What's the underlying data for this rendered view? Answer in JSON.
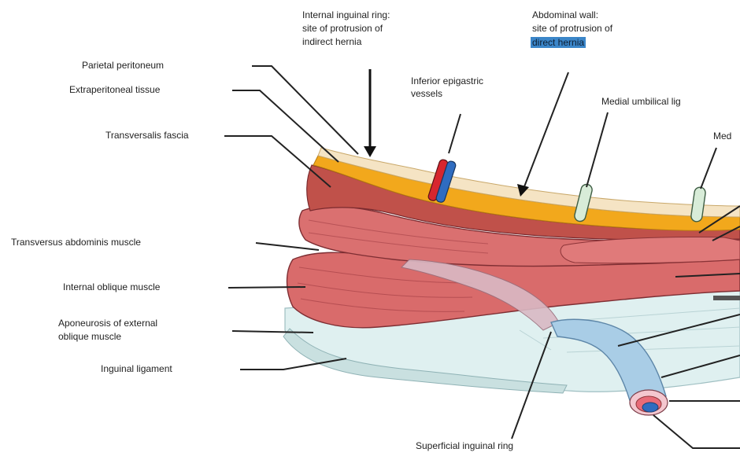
{
  "labels": {
    "internal_ring_l1": "Internal inguinal ring:",
    "internal_ring_l2": "site of protrusion of",
    "internal_ring_l3": "indirect hernia",
    "abdominal_wall_l1": "Abdominal wall:",
    "abdominal_wall_l2": "site of protrusion of",
    "abdominal_wall_l3": "direct hernia",
    "inferior_epigastric_l1": "Inferior epigastric",
    "inferior_epigastric_l2": "vessels",
    "medial_umbilical": "Medial umbilical lig",
    "medial_truncated": "Med",
    "parietal_peritoneum": "Parietal peritoneum",
    "extraperitoneal_tissue": "Extraperitoneal tissue",
    "transversalis_fascia": "Transversalis fascia",
    "transversus_abdominis": "Transversus abdominis muscle",
    "internal_oblique": "Internal oblique muscle",
    "aponeurosis_l1": "Aponeurosis of external",
    "aponeurosis_l2": "oblique muscle",
    "inguinal_ligament": "Inguinal ligament",
    "superficial_ring": "Superficial inguinal ring"
  },
  "colors": {
    "peritoneum": "#f3e2c0",
    "extraperitoneal": "#f2a81c",
    "fascia": "#b94f45",
    "muscle": "#d66a6a",
    "muscle_dark": "#a63e42",
    "aponeurosis": "#dcefef",
    "cord": "#a9cde6",
    "vessel_red": "#d7262e",
    "vessel_blue": "#2f6cc0",
    "highlight": "#3b86c9"
  }
}
